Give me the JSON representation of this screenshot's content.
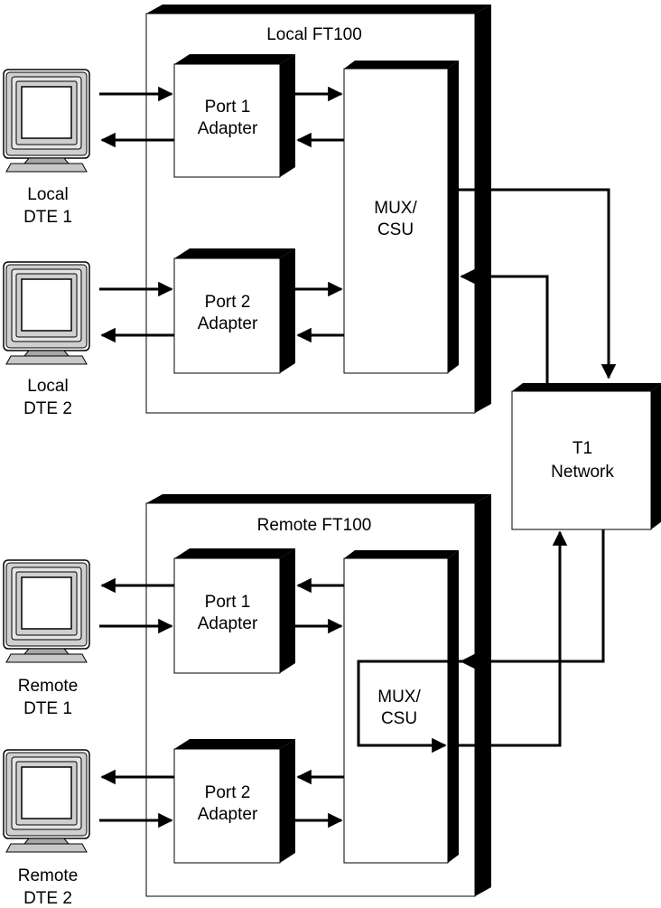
{
  "diagram": {
    "local_unit": {
      "title": "Local FT100",
      "port1": [
        "Port 1",
        "Adapter"
      ],
      "port2": [
        "Port 2",
        "Adapter"
      ],
      "mux": [
        "MUX/",
        "CSU"
      ]
    },
    "remote_unit": {
      "title": "Remote FT100",
      "port1": [
        "Port 1",
        "Adapter"
      ],
      "port2": [
        "Port 2",
        "Adapter"
      ],
      "mux": [
        "MUX/",
        "CSU"
      ]
    },
    "network": [
      "T1",
      "Network"
    ],
    "dte": {
      "local_1": [
        "Local",
        "DTE 1"
      ],
      "local_2": [
        "Local",
        "DTE 2"
      ],
      "remote_1": [
        "Remote",
        "DTE 1"
      ],
      "remote_2": [
        "Remote",
        "DTE 2"
      ]
    }
  }
}
